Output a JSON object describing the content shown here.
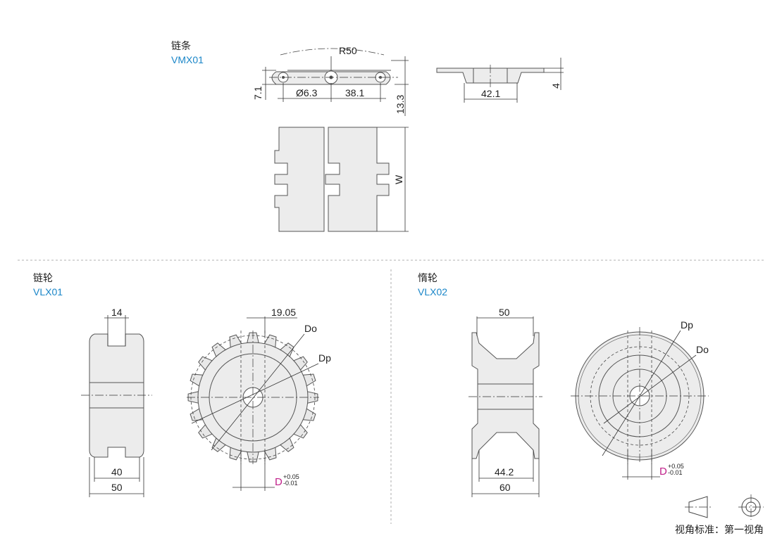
{
  "chain": {
    "title": "链条",
    "code": "VMX01",
    "dims": {
      "radius": "R50",
      "height": "7.1",
      "pin": "Ø6.3",
      "pitch": "38.1",
      "overall": "13.3",
      "tab": "42.1",
      "thick": "4",
      "width": "W"
    }
  },
  "sprocket": {
    "title": "链轮",
    "code": "VLX01",
    "dims": {
      "hub": "14",
      "bore_len": "40",
      "width": "50",
      "pitch": "19.05",
      "do": "Do",
      "dp": "Dp",
      "d": "D",
      "tol_up": "+0.05",
      "tol_lo": "-0.01"
    }
  },
  "idler": {
    "title": "惰轮",
    "code": "VLX02",
    "dims": {
      "top": "50",
      "inner": "44.2",
      "width": "60",
      "dp": "Dp",
      "do": "Do",
      "d": "D",
      "tol_up": "+0.05",
      "tol_lo": "-0.01"
    }
  },
  "projection": {
    "label": "视角标准：第一视角"
  }
}
